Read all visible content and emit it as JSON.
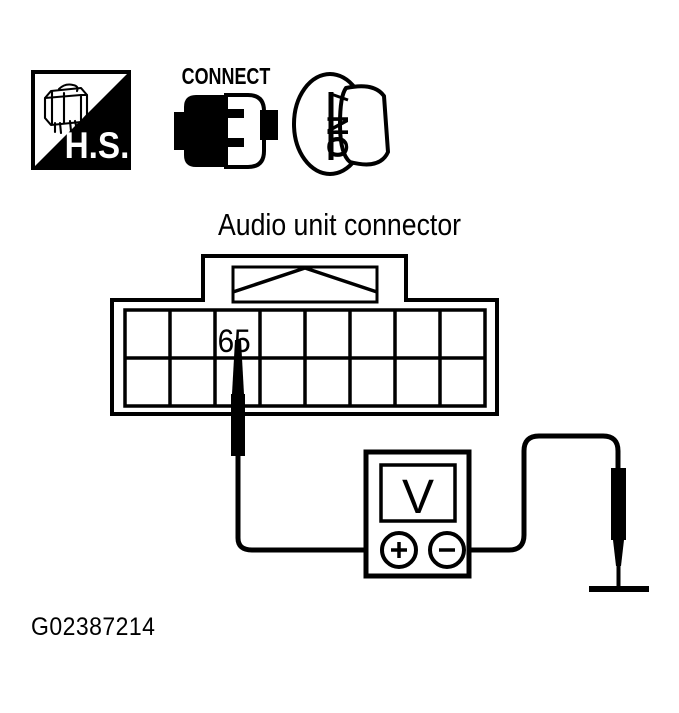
{
  "figure": {
    "title": "Audio unit connector",
    "id_label": "G02387214",
    "background_color": "#ffffff",
    "line_color": "#000000"
  },
  "icons": [
    {
      "name": "hs-badge-icon",
      "label": "H.S.",
      "description": "harness-side connector badge"
    },
    {
      "name": "connect-badge-icon",
      "label": "CONNECT",
      "description": "connector plug mating symbol"
    },
    {
      "name": "ignition-badge-icon",
      "label": "ON",
      "description": "ignition switch key turned to ON"
    }
  ],
  "connector": {
    "name": "Audio unit connector",
    "cell_count": 8,
    "rows": 2,
    "probed_terminal": "65",
    "terminal_labels": [
      "",
      "",
      "65",
      "",
      "",
      "",
      "",
      ""
    ]
  },
  "multimeter": {
    "display_value": "V",
    "mode": "voltage",
    "terminals": [
      {
        "name": "positive-terminal",
        "label": "+"
      },
      {
        "name": "negative-terminal",
        "label": "−"
      }
    ]
  },
  "probes": [
    {
      "name": "positive-probe",
      "connected_to_terminal": "65",
      "connected_to_meter_terminal": "+"
    },
    {
      "name": "negative-probe",
      "connected_to_terminal": "body ground",
      "connected_to_meter_terminal": "−"
    }
  ],
  "ground": {
    "name": "body-ground-symbol",
    "label": ""
  }
}
